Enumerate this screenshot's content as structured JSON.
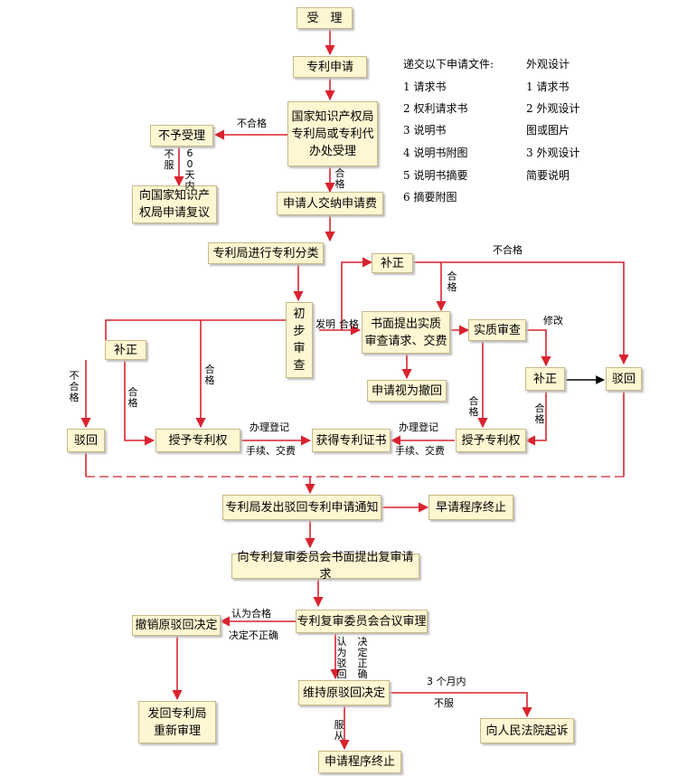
{
  "boxes": {
    "accept": "受　理",
    "apply": "专利申请",
    "sipo": "国家知识产权局\n专利局或专利代\n办处受理",
    "reject_accept": "不予受理",
    "review_request": "向国家知识产\n权局申请复议",
    "pay_fee": "申请人交纳申请费",
    "classify": "专利局进行专利分类",
    "prelim": "初\n步\n审\n查",
    "supplement_top": "补正",
    "supplement_left": "补正",
    "substantive_request": "书面提出实质\n审查请求、交费",
    "deemed_withdrawn": "申请视为撤回",
    "substantive_exam": "实质审查",
    "supplement_right": "补正",
    "reject_left": "驳回",
    "reject_right": "驳回",
    "grant_left": "授予专利权",
    "certificate": "获得专利证书",
    "grant_right": "授予专利权",
    "reject_notice": "专利局发出驳回专利申请通知",
    "early_end": "早请程序终止",
    "reexam_request": "向专利复审委员会书面提出复审请求",
    "board_review": "专利复审委员会合议审理",
    "revoke": "撤销原驳回决定",
    "return_office": "发回专利局\n重新审理",
    "maintain": "维持原驳回决定",
    "court": "向人民法院起诉",
    "end": "申请程序终止"
  },
  "labels": {
    "unqualified_sipo": "不合格",
    "not_accept": "不服",
    "within_60_days": "60天内",
    "qualified_sipo": "合格",
    "unqualified_top": "不合格",
    "qualified_top": "合格",
    "invention": "发明",
    "qualified_prelim": "合格",
    "modify": "修改",
    "unqualified_left": "不合格",
    "qualified_supp_left": "合格",
    "qualified_grant_left": "合格",
    "qualified_exam": "合格",
    "qualified_supp_right": "合格",
    "register_left": "办理登记",
    "fees_left": "手续、交费",
    "register_right": "办理登记",
    "fees_right": "手续、交费",
    "deemed_qualified": "认为合格",
    "decision_wrong": "决定不正确",
    "deemed_reject": "认为驳回",
    "decision_correct": "决定正确",
    "three_months": "3 个月内",
    "not_accept_court": "不服",
    "accept_end": "服从"
  },
  "documents": {
    "heading_left": "递交以下申请文件:",
    "heading_right": "外观设计",
    "left": [
      "1  请求书",
      "2  权利请求书",
      "3  说明书",
      "4  说明书附图",
      "5  说明书摘要",
      "6  摘要附图"
    ],
    "right": [
      "1  请求书",
      "2  外观设计",
      "图或图片",
      "3  外观设计",
      "简要说明"
    ]
  },
  "colors": {
    "box_fill": "#fff6d2",
    "arrow": "#d9232f",
    "dashed_line": "#c7282d"
  }
}
